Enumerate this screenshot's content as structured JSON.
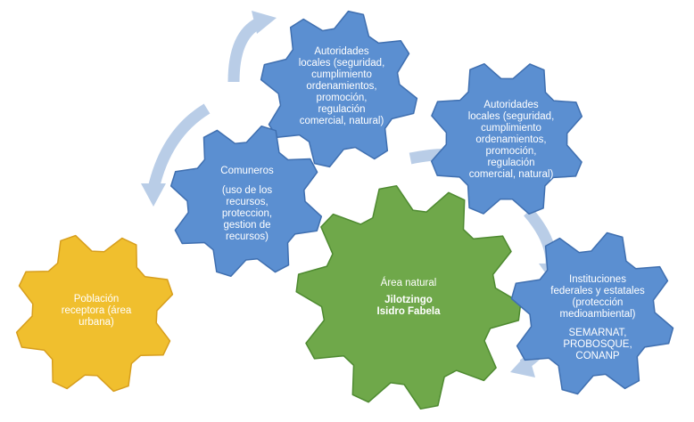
{
  "colors": {
    "blue_gear": "#5b8fd1",
    "blue_gear_edge": "#3f6fb0",
    "green_gear": "#6fa84a",
    "green_gear_edge": "#4e8a30",
    "yellow_gear": "#f0bf2e",
    "yellow_gear_edge": "#d79e1d",
    "arrow": "#b9cde7",
    "label_text": "#ffffff"
  },
  "gears": {
    "autoridades_top": {
      "lines": [
        "Autoridades",
        "locales (seguridad,",
        "cumplimiento",
        "ordenamientos,",
        "promoción,",
        "regulación",
        "comercial, natural)"
      ]
    },
    "autoridades_right": {
      "lines": [
        "Autoridades",
        "locales (seguridad,",
        "cumplimiento",
        "ordenamientos,",
        "promoción,",
        "regulación",
        "comercial, natural)"
      ]
    },
    "comuneros": {
      "title": "Comuneros",
      "lines": [
        "(uso de los",
        "recursos,",
        "proteccion,",
        "gestion de",
        "recursos)"
      ]
    },
    "area_natural": {
      "title": "Área natural",
      "lines": [
        "Jilotzingo",
        "Isidro Fabela"
      ]
    },
    "poblacion": {
      "lines": [
        "Población",
        "receptora (área",
        "urbana)"
      ]
    },
    "instituciones": {
      "title_lines": [
        "Instituciones",
        "federales y estatales"
      ],
      "sub_lines": [
        "(protección",
        "medioambiental)"
      ],
      "agency_lines": [
        "SEMARNAT,",
        "PROBOSQUE,",
        "CONANP"
      ]
    }
  }
}
